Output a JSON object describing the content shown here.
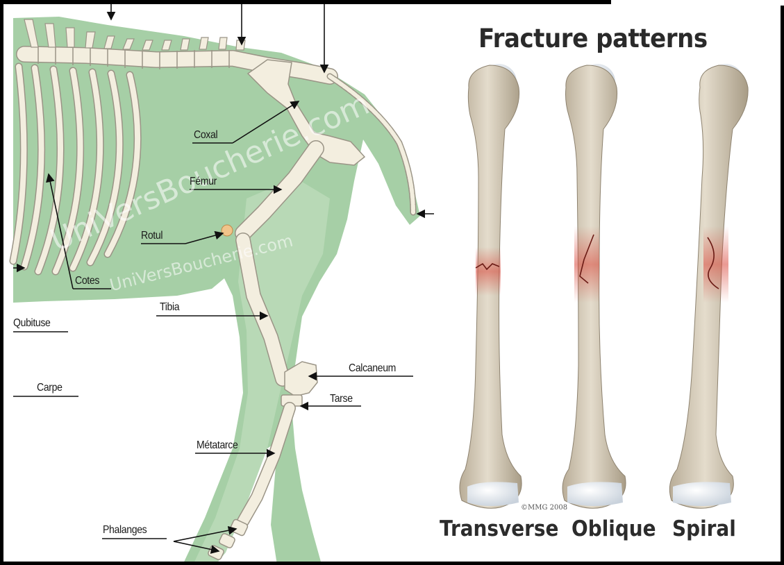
{
  "left_diagram": {
    "labels": {
      "coxal": "Coxal",
      "femur": "Fémur",
      "rotul": "Rotul",
      "cotes": "Cotes",
      "qubituse": "Qubituse",
      "tibia": "Tibia",
      "carpe": "Carpe",
      "calcaneum": "Calcaneum",
      "tarse": "Tarse",
      "metatarce": "Métatarce",
      "phalanges": "Phalanges"
    },
    "watermarks": {
      "main": "UniVersBoucherie.com",
      "secondary": "UniVersBoucherie.com"
    },
    "colors": {
      "body": "#a6cfa6",
      "bone": "#f3eedf",
      "bone_outline": "#9a9486",
      "patella": "#f1c48a"
    }
  },
  "right_diagram": {
    "title": "Fracture patterns",
    "copyright": "©MMG 2008",
    "bones": [
      {
        "caption": "Transverse"
      },
      {
        "caption": "Oblique"
      },
      {
        "caption": "Spiral"
      }
    ],
    "colors": {
      "bone": "#d9cfbd",
      "cartilage": "#eef2f6",
      "fracture": "#d9473a"
    }
  }
}
